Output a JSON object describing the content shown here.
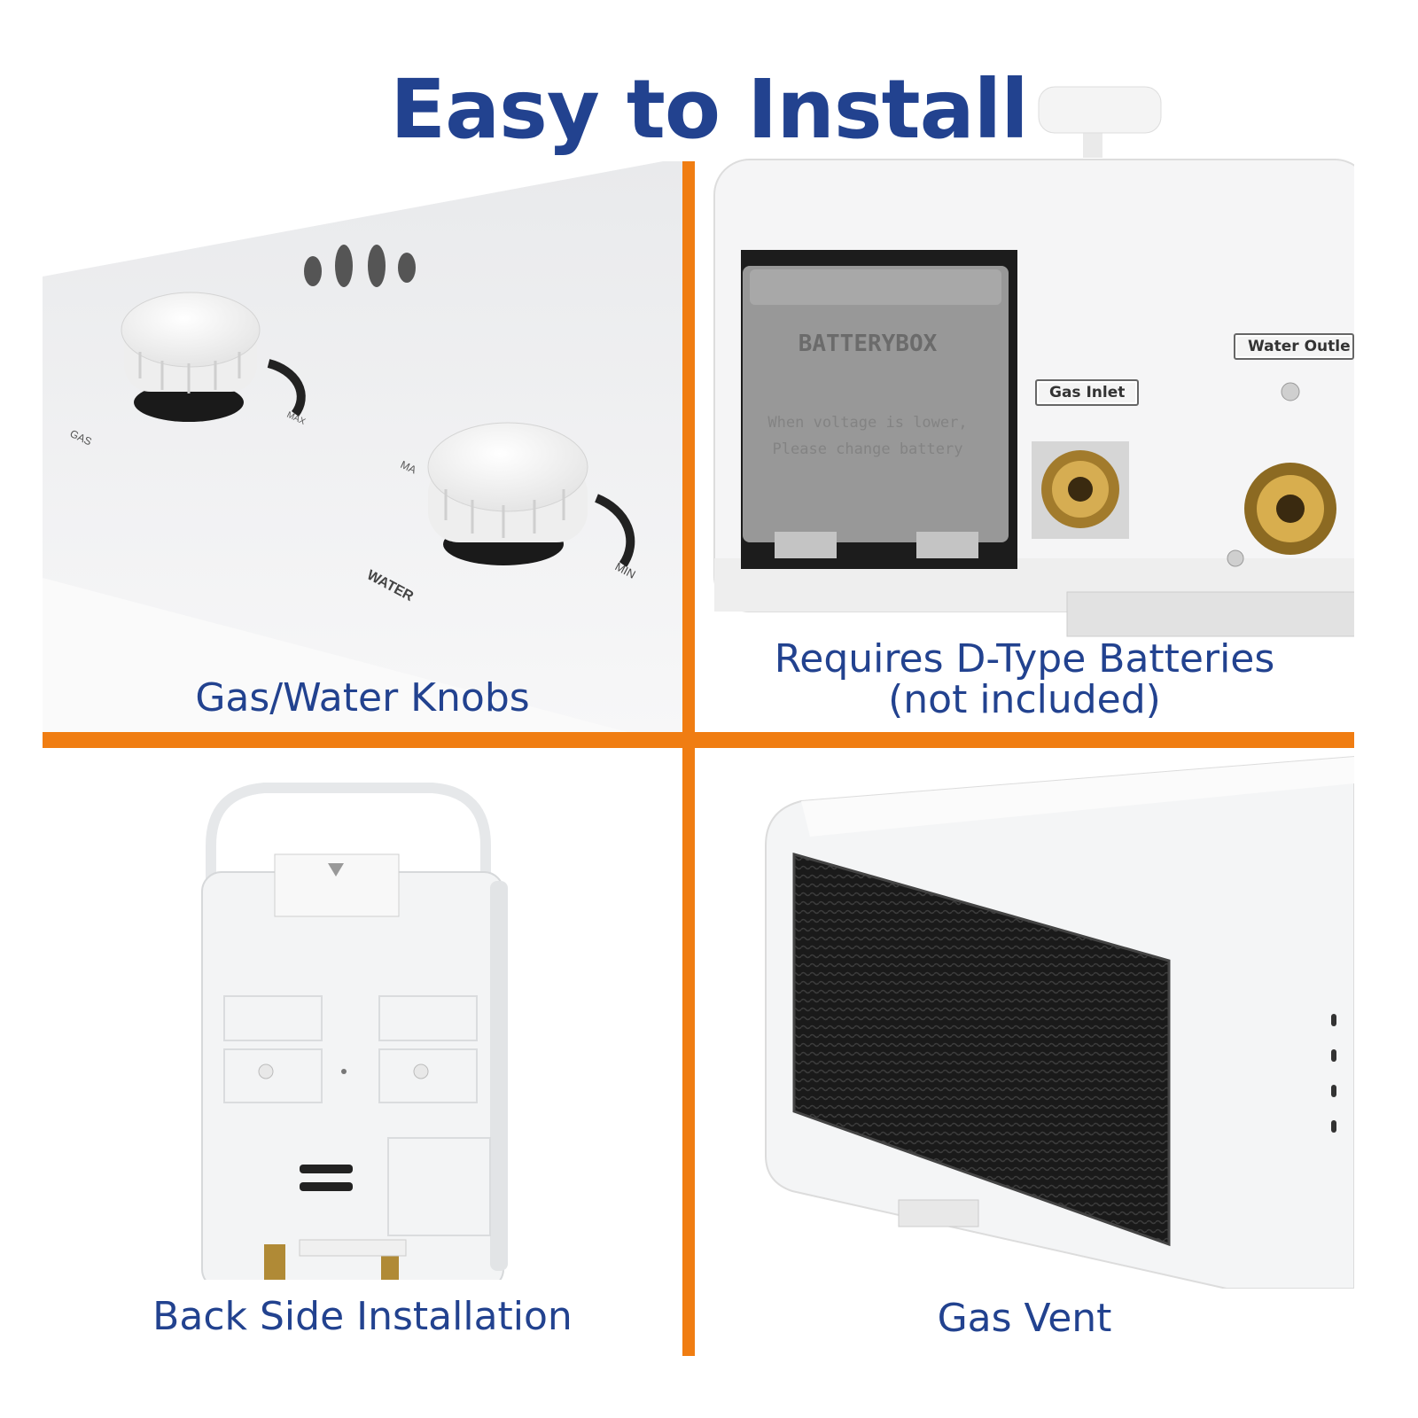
{
  "title": "Easy to Install",
  "panels": {
    "top_left": {
      "caption": "Gas/Water Knobs",
      "knob_labels": {
        "gas": "GAS",
        "max1": "MAX",
        "max2": "MA",
        "water": "WATER",
        "min": "MIN"
      }
    },
    "top_right": {
      "caption_line1": "Requires D-Type Batteries",
      "caption_line2": "(not included)",
      "battery_box_label": "BATTERYBOX",
      "battery_note_line1": "When voltage is lower,",
      "battery_note_line2": "Please change battery",
      "gas_inlet_label": "Gas Inlet",
      "water_outlet_label": "Water Outle"
    },
    "bottom_left": {
      "caption": "Back Side Installation"
    },
    "bottom_right": {
      "caption": "Gas Vent"
    }
  },
  "colors": {
    "title": "#22428f",
    "divider": "#f07d12",
    "brass": "#c89a3c"
  }
}
